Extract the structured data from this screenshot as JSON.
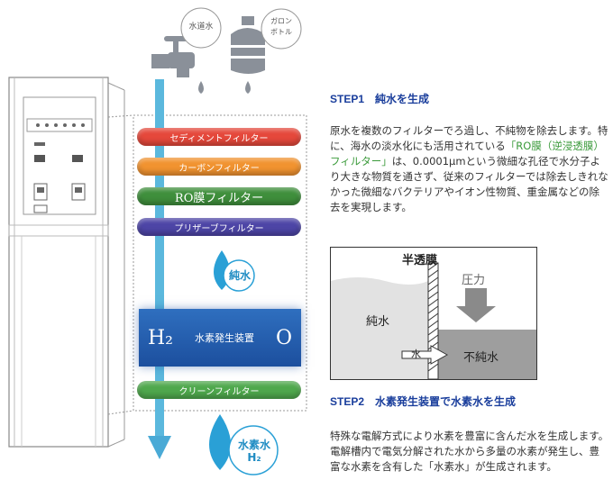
{
  "source_labels": {
    "tap": "水道水",
    "bottle": "ガロン\nボトル"
  },
  "filters": [
    {
      "label": "セディメントフィルター",
      "color": "#e5483b"
    },
    {
      "label": "カーボンフィルター",
      "color": "#f19330"
    },
    {
      "label": "RO膜フィルター",
      "color": "#3f8f3c"
    },
    {
      "label": "プリザーブフィルター",
      "color": "#4d45a6"
    },
    {
      "label": "クリーンフィルター",
      "color": "#4fa84d"
    }
  ],
  "pure_water_label": "純水",
  "h2_device": {
    "left": "H₂",
    "center": "水素発生装置",
    "right": "O"
  },
  "hydrogen_water_label": {
    "main": "水素水",
    "sub": "H₂"
  },
  "step1": {
    "heading": "STEP1　純水を生成",
    "text_a": "原水を複数のフィルターでろ過し、不純物を除去します。特に、海水の淡水化にも活用されている",
    "highlight": "「RO膜（逆浸透膜）フィルター」",
    "text_b": "は、0.0001μmという微細な孔径で水分子より大きな物質を通さず、従来のフィルターでは除去しきれなかった微細なバクテリアやイオン性物質、重金属などの除去を実現します。"
  },
  "ro_diagram": {
    "membrane": "半透膜",
    "pressure": "圧力",
    "pure": "純水",
    "impure": "不純水",
    "arrow": "水"
  },
  "step2": {
    "heading": "STEP2　水素発生装置で水素水を生成",
    "text": "特殊な電解方式により水素を豊富に含んだ水を生成します。電解槽内で電気分解された水から多量の水素が発生し、豊富な水素を含有した「水素水」が生成されます。"
  },
  "colors": {
    "accent_blue": "#1a3e9c",
    "water_blue": "#29a3d8",
    "pipe": "#5bb8dd",
    "highlight_green": "#3a9a3a"
  }
}
